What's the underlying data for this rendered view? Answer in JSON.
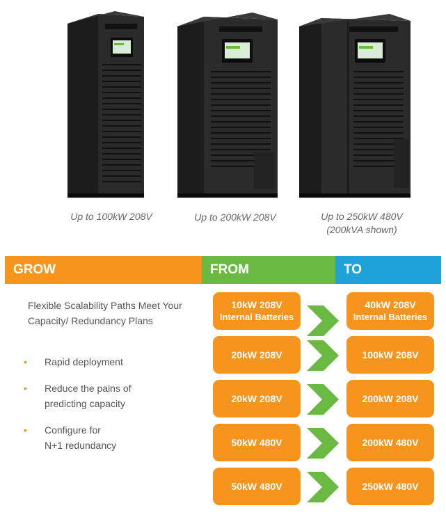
{
  "products": [
    {
      "caption": [
        "Up to 100kW 208V"
      ]
    },
    {
      "caption": [
        "Up to 200kW 208V"
      ]
    },
    {
      "caption": [
        "Up to 250kW 480V",
        "(200kVA shown)"
      ]
    }
  ],
  "header": {
    "grow": "GROW",
    "from": "FROM",
    "to": "TO"
  },
  "intro": "Flexible Scalability Paths Meet Your Capacity/ Redundancy Plans",
  "bullets": [
    [
      "Rapid deployment"
    ],
    [
      "Reduce the pains of",
      "predicting capacity"
    ],
    [
      "Configure for",
      "N+1 redundancy"
    ]
  ],
  "paths": [
    {
      "from": "10kW  208V",
      "from_sub": "Internal Batteries",
      "to": "40kW 208V",
      "to_sub": "Internal Batteries"
    },
    {
      "from": "20kW  208V",
      "from_sub": "",
      "to": "100kW  208V",
      "to_sub": ""
    },
    {
      "from": "20kW  208V",
      "from_sub": "",
      "to": "200kW  208V",
      "to_sub": ""
    },
    {
      "from": "50kW  480V",
      "from_sub": "",
      "to": "200kW  480V",
      "to_sub": ""
    },
    {
      "from": "50kW  480V",
      "from_sub": "",
      "to": "250kW  480V",
      "to_sub": ""
    }
  ],
  "colors": {
    "grow": "#f7941d",
    "from": "#6ab943",
    "to": "#1fa2d8",
    "box": "#f7941d",
    "arrow": "#6ab943",
    "bullet": "#f7941d"
  }
}
